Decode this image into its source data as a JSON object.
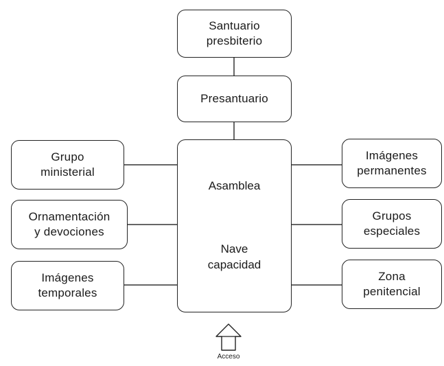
{
  "nodes": {
    "santuario": {
      "line1": "Santuario",
      "line2": "presbiterio"
    },
    "presantuario": {
      "line1": "Presantuario"
    },
    "grupo_ministerial": {
      "line1": "Grupo",
      "line2": "ministerial"
    },
    "ornamentacion": {
      "line1": "Ornamentación",
      "line2": "y devociones"
    },
    "imagenes_temporales": {
      "line1": "Imágenes",
      "line2": "temporales"
    },
    "imagenes_permanentes": {
      "line1": "Imágenes",
      "line2": "permanentes"
    },
    "grupos_especiales": {
      "line1": "Grupos",
      "line2": "especiales"
    },
    "zona_penitencial": {
      "line1": "Zona",
      "line2": "penitencial"
    }
  },
  "center": {
    "asamblea": "Asamblea",
    "nave_line1": "Nave",
    "nave_line2": "capacidad"
  },
  "access": {
    "label": "Acceso",
    "icon": "house-arrow-icon"
  },
  "colors": {
    "stroke": "#222222",
    "background": "#ffffff"
  }
}
